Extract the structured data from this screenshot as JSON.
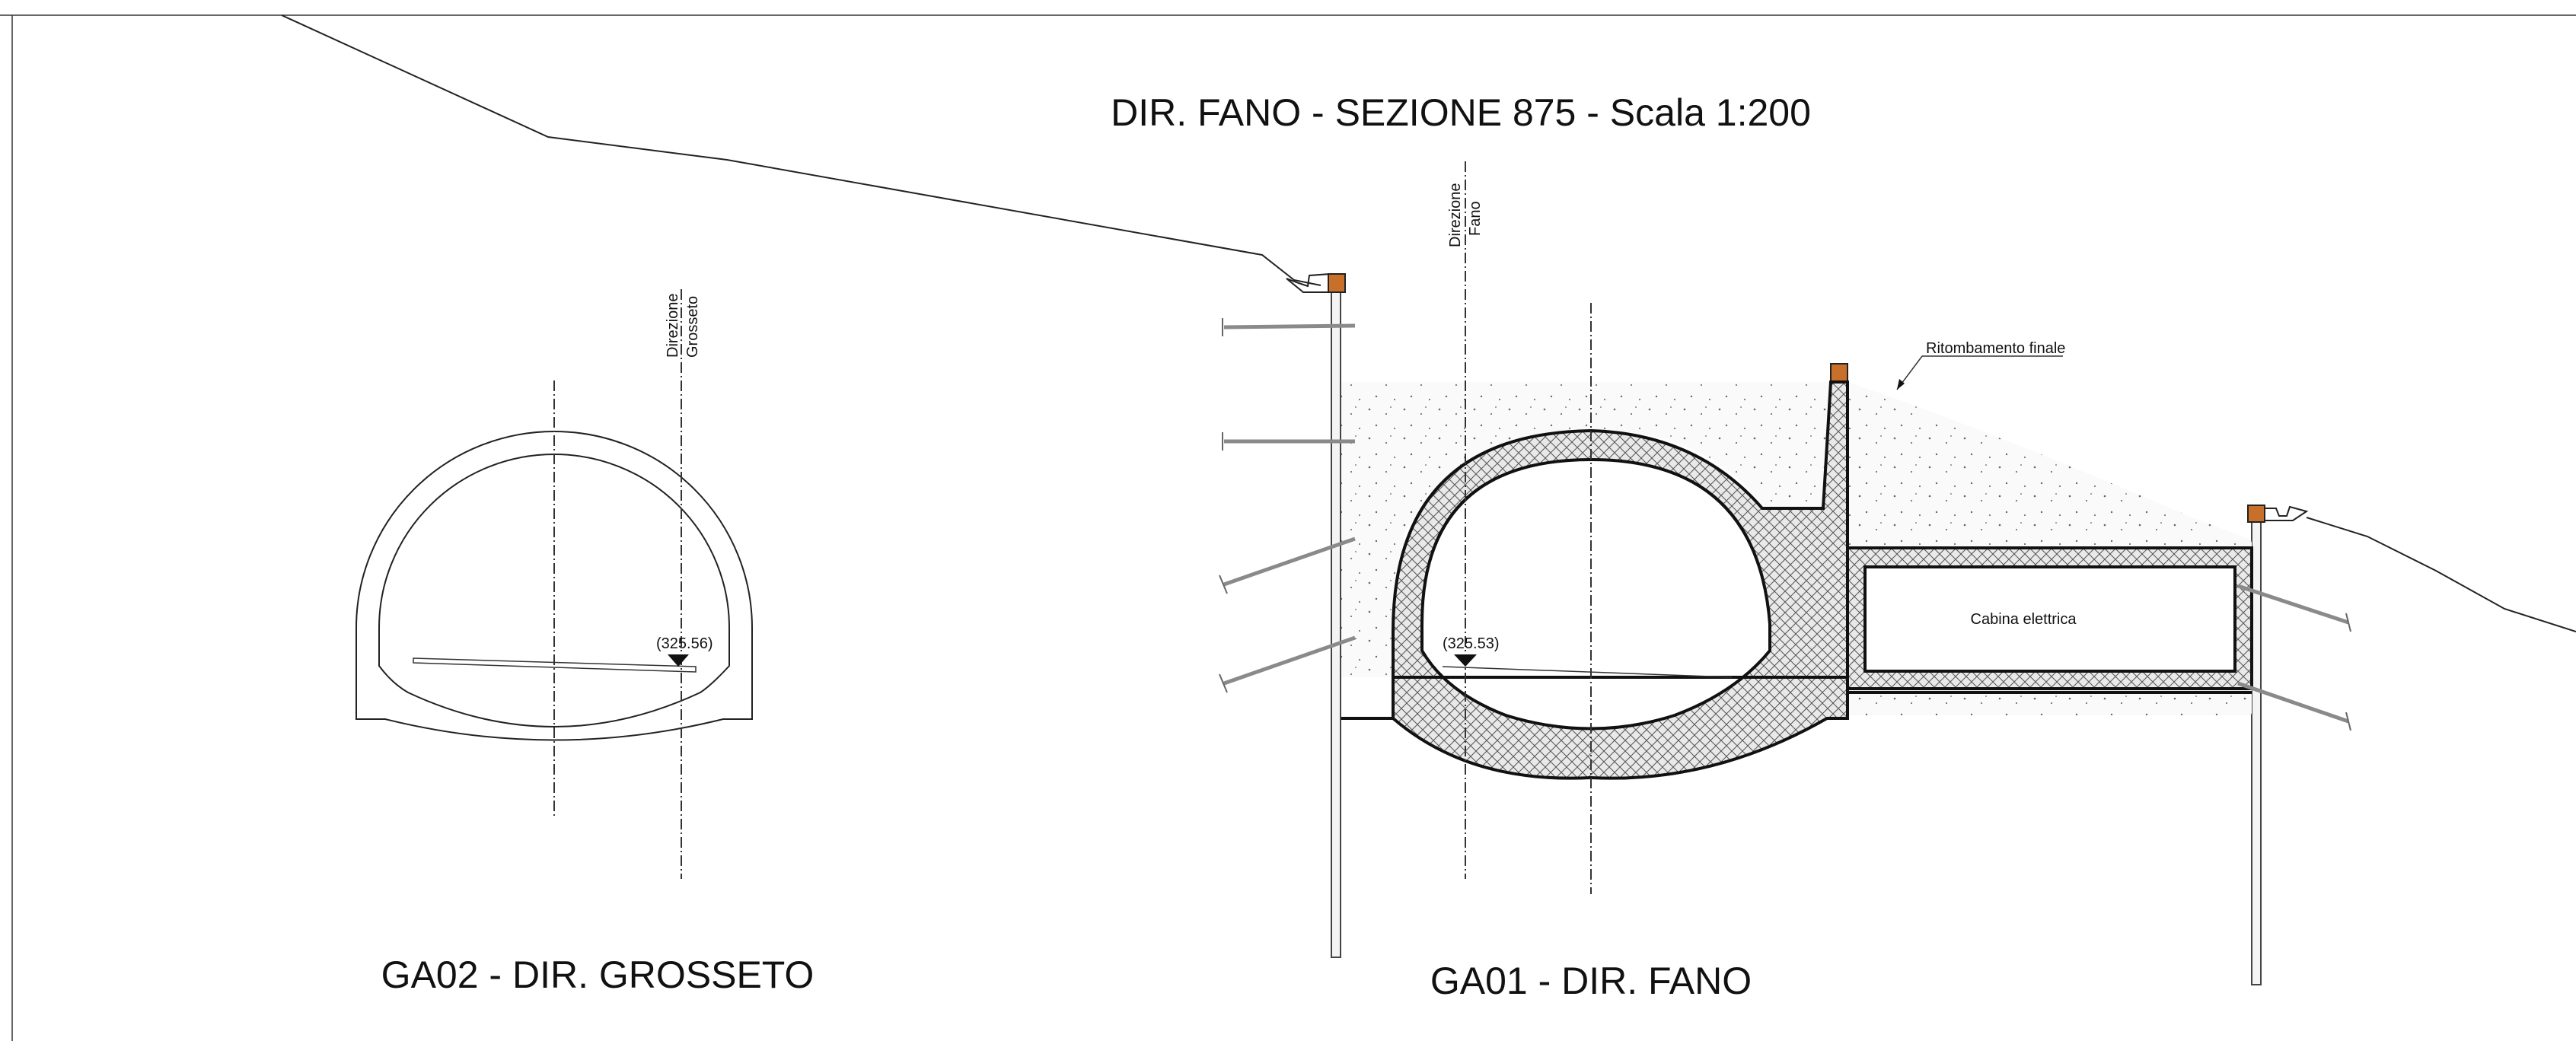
{
  "main_title": "DIR. FANO - SEZIONE 875 - Scala 1:200",
  "left_section": {
    "title": "GA02 - DIR. GROSSETO",
    "direction_label_line1": "Direzione",
    "direction_label_line2": "Grosseto",
    "elevation": "(325.56)"
  },
  "right_section": {
    "title": "GA01 - DIR. FANO",
    "direction_label_line1": "Direzione",
    "direction_label_line2": "Fano",
    "elevation": "(325.53)",
    "backfill_label": "Ritombamento finale",
    "room_label": "Cabina elettrica"
  },
  "colors": {
    "line": "#222222",
    "fill_concrete": "#eaeaea",
    "accent_brown": "#c8702a",
    "anchor_grey": "#8a8a8a"
  }
}
